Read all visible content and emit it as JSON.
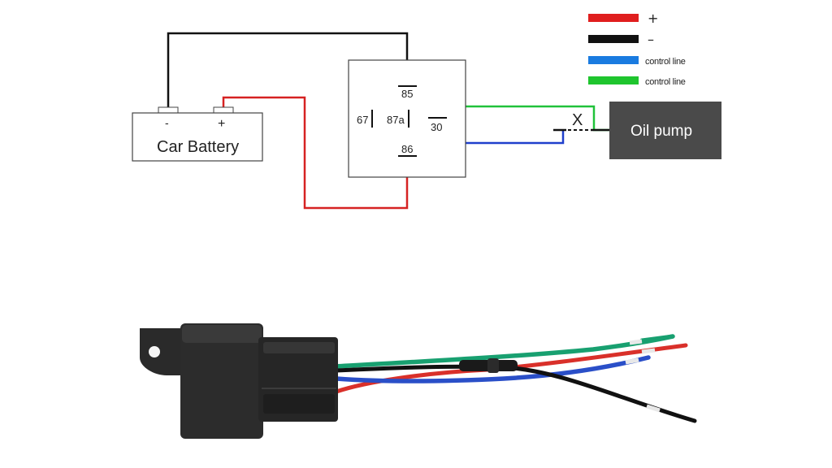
{
  "legend": {
    "items": [
      {
        "label": "+",
        "color": "#e01e1e"
      },
      {
        "label": "–",
        "color": "#111111"
      },
      {
        "label": "control line",
        "color": "#1a7be0"
      },
      {
        "label": "control line",
        "color": "#1fc52e"
      }
    ]
  },
  "battery": {
    "label": "Car Battery",
    "neg_label": "-",
    "pos_label": "+"
  },
  "relay": {
    "pins": {
      "p85": "85",
      "p86": "86",
      "p87": "67",
      "p87a": "87a",
      "p30": "30"
    }
  },
  "switch_label": "X",
  "pump": {
    "label": "Oil pump",
    "color": "#4a4a4a"
  },
  "wire_colors": {
    "red": "#d62222",
    "black": "#111111",
    "blue": "#1f3fcc",
    "green": "#20c23a"
  },
  "photo": {
    "description_icon": "relay-harness-photo",
    "wire_colors": [
      "#18a070",
      "#d9302a",
      "#2a4fc8",
      "#111111"
    ]
  }
}
